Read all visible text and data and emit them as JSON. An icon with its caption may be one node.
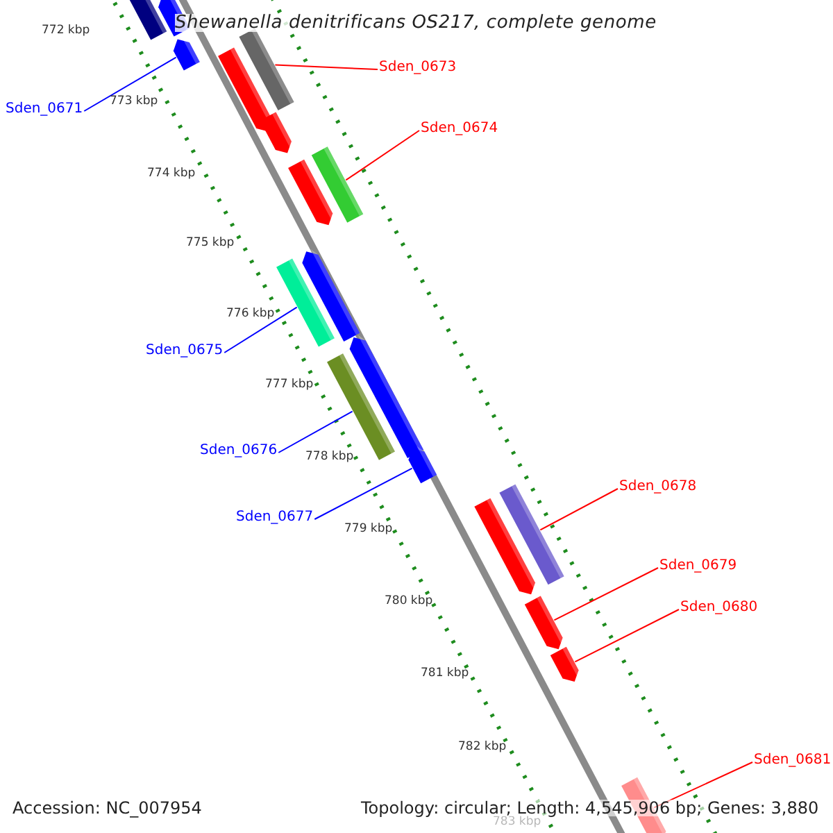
{
  "diagram": {
    "title": "Shewanella denitrificans OS217, complete genome",
    "nodes": [
      {
        "text": [
          "Sden_0671"
        ]
      },
      {
        "text": [
          "Sden_0673"
        ]
      },
      {
        "text": [
          "Sden_0674"
        ]
      },
      {
        "text": [
          "Sden_0675"
        ]
      },
      {
        "text": [
          "Sden_0676"
        ]
      },
      {
        "text": [
          "Sden_0677"
        ]
      },
      {
        "text": [
          "Sden_0678"
        ]
      },
      {
        "text": [
          "Sden_0679"
        ]
      },
      {
        "text": [
          "Sden_0680"
        ]
      },
      {
        "text": [
          "Sden_0681"
        ]
      },
      {
        "text": [],
        "shape": "bar"
      },
      {
        "text": [],
        "shape": "bar"
      },
      {
        "text": [],
        "shape": "bar"
      },
      {
        "text": [],
        "shape": "bar"
      },
      {
        "text": [],
        "shape": "bar"
      },
      {
        "text": [],
        "shape": "bar"
      },
      {
        "text": [],
        "shape": "bar"
      },
      {
        "text": [],
        "shape": "bar"
      },
      {
        "text": [],
        "shape": "bar"
      },
      {
        "text": [],
        "shape": "bar"
      },
      {
        "text": [],
        "shape": "bar"
      },
      {
        "text": [],
        "shape": "bar"
      },
      {
        "text": [],
        "shape": "bar"
      },
      {
        "text": [],
        "shape": "bar"
      },
      {
        "text": [],
        "shape": "bar"
      },
      {
        "text": [],
        "shape": "bar"
      },
      {
        "text": [],
        "shape": "bar"
      },
      {
        "text": [],
        "shape": "bar"
      }
    ],
    "edges": [
      {
        "from": 0,
        "to": 12,
        "arrow": "none",
        "color": "#0000ff"
      },
      {
        "from": 1,
        "to": 13,
        "arrow": "none"
      },
      {
        "from": 2,
        "to": 16,
        "arrow": "none"
      },
      {
        "from": 3,
        "to": 19,
        "arrow": "none",
        "color": "#0000ff"
      },
      {
        "from": 4,
        "to": 21,
        "arrow": "none",
        "color": "#0000ff"
      },
      {
        "from": 5,
        "to": 22,
        "arrow": "none",
        "color": "#0000ff"
      },
      {
        "from": 6,
        "to": 23,
        "arrow": "none"
      },
      {
        "from": 7,
        "to": 25,
        "arrow": "none"
      },
      {
        "from": 8,
        "to": 26,
        "arrow": "none"
      },
      {
        "from": 9,
        "to": 27,
        "arrow": "none"
      }
    ],
    "labels": [
      "772 kbp",
      "773 kbp",
      "774 kbp",
      "775 kbp",
      "776 kbp",
      "777 kbp",
      "778 kbp",
      "779 kbp",
      "780 kbp",
      "781 kbp",
      "782 kbp",
      "783 kbp",
      "Accession: NC_007954",
      "Topology: circular; Length: 4,545,906 bp; Genes: 3,880"
    ]
  }
}
